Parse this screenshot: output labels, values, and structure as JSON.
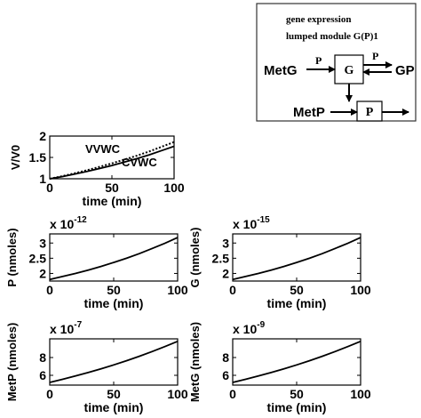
{
  "diagram": {
    "title_line1": "gene expression",
    "title_line2": "lumped module G(P)1",
    "nodes": {
      "metg": "MetG",
      "g": "G",
      "gp": "GP",
      "metp": "MetP",
      "p_box": "P",
      "p_arrow": "P",
      "p_arrow2": "P"
    }
  },
  "chart_data": [
    {
      "id": "vv0",
      "type": "line",
      "xlabel": "time (min)",
      "ylabel": "V/V0",
      "multiplier": "",
      "xlim": [
        0,
        100
      ],
      "ylim": [
        1,
        2
      ],
      "xticks": [
        "0",
        "50",
        "100"
      ],
      "yticks": [
        "1",
        "1.5",
        "2"
      ],
      "ytick_values": [
        1,
        1.5,
        2
      ],
      "annotations": [
        "VVWC",
        "CVWC"
      ],
      "x": [
        0,
        10,
        20,
        30,
        40,
        50,
        60,
        70,
        80,
        90,
        100
      ],
      "series": [
        {
          "name": "VVWC",
          "style": "dotted",
          "values": [
            1.0,
            1.06,
            1.13,
            1.2,
            1.28,
            1.36,
            1.45,
            1.54,
            1.64,
            1.75,
            1.86
          ]
        },
        {
          "name": "CVWC",
          "style": "solid",
          "values": [
            1.0,
            1.05,
            1.11,
            1.17,
            1.24,
            1.31,
            1.39,
            1.47,
            1.56,
            1.66,
            1.76
          ]
        }
      ]
    },
    {
      "id": "p",
      "type": "line",
      "xlabel": "time (min)",
      "ylabel": "P (nmoles)",
      "multiplier": "x 10",
      "exponent": "-12",
      "xlim": [
        0,
        100
      ],
      "ylim": [
        1.75,
        3.3
      ],
      "xticks": [
        "0",
        "50",
        "100"
      ],
      "yticks": [
        "2",
        "2.5",
        "3"
      ],
      "ytick_values": [
        2,
        2.5,
        3
      ],
      "x": [
        0,
        10,
        20,
        30,
        40,
        50,
        60,
        70,
        80,
        90,
        100
      ],
      "series": [
        {
          "name": "",
          "style": "solid",
          "values": [
            1.8,
            1.9,
            2.0,
            2.11,
            2.23,
            2.36,
            2.5,
            2.65,
            2.82,
            2.99,
            3.18
          ]
        }
      ]
    },
    {
      "id": "g",
      "type": "line",
      "xlabel": "time (min)",
      "ylabel": "G (nmoles)",
      "multiplier": "x 10",
      "exponent": "-15",
      "xlim": [
        0,
        100
      ],
      "ylim": [
        1.75,
        3.3
      ],
      "xticks": [
        "0",
        "50",
        "100"
      ],
      "yticks": [
        "2",
        "2.5",
        "3"
      ],
      "ytick_values": [
        2,
        2.5,
        3
      ],
      "x": [
        0,
        10,
        20,
        30,
        40,
        50,
        60,
        70,
        80,
        90,
        100
      ],
      "series": [
        {
          "name": "",
          "style": "solid",
          "values": [
            1.8,
            1.9,
            2.0,
            2.11,
            2.23,
            2.36,
            2.5,
            2.65,
            2.82,
            2.99,
            3.18
          ]
        }
      ]
    },
    {
      "id": "metp",
      "type": "line",
      "xlabel": "time (min)",
      "ylabel": "MetP (nmoles)",
      "multiplier": "x 10",
      "exponent": "-7",
      "xlim": [
        0,
        100
      ],
      "ylim": [
        4.9,
        10.1
      ],
      "xticks": [
        "0",
        "50",
        "100"
      ],
      "yticks": [
        "6",
        "8"
      ],
      "ytick_values": [
        6,
        8
      ],
      "x": [
        0,
        10,
        20,
        30,
        40,
        50,
        60,
        70,
        80,
        90,
        100
      ],
      "series": [
        {
          "name": "",
          "style": "solid",
          "values": [
            5.2,
            5.55,
            5.92,
            6.31,
            6.73,
            7.17,
            7.64,
            8.14,
            8.67,
            9.23,
            9.82
          ]
        }
      ]
    },
    {
      "id": "metg",
      "type": "line",
      "xlabel": "time (min)",
      "ylabel": "MetG (nmoles)",
      "multiplier": "x 10",
      "exponent": "-9",
      "xlim": [
        0,
        100
      ],
      "ylim": [
        4.9,
        10.1
      ],
      "xticks": [
        "0",
        "50",
        "100"
      ],
      "yticks": [
        "6",
        "8"
      ],
      "ytick_values": [
        6,
        8
      ],
      "x": [
        0,
        10,
        20,
        30,
        40,
        50,
        60,
        70,
        80,
        90,
        100
      ],
      "series": [
        {
          "name": "",
          "style": "solid",
          "values": [
            5.2,
            5.55,
            5.92,
            6.31,
            6.73,
            7.17,
            7.64,
            8.14,
            8.67,
            9.23,
            9.82
          ]
        }
      ]
    }
  ]
}
